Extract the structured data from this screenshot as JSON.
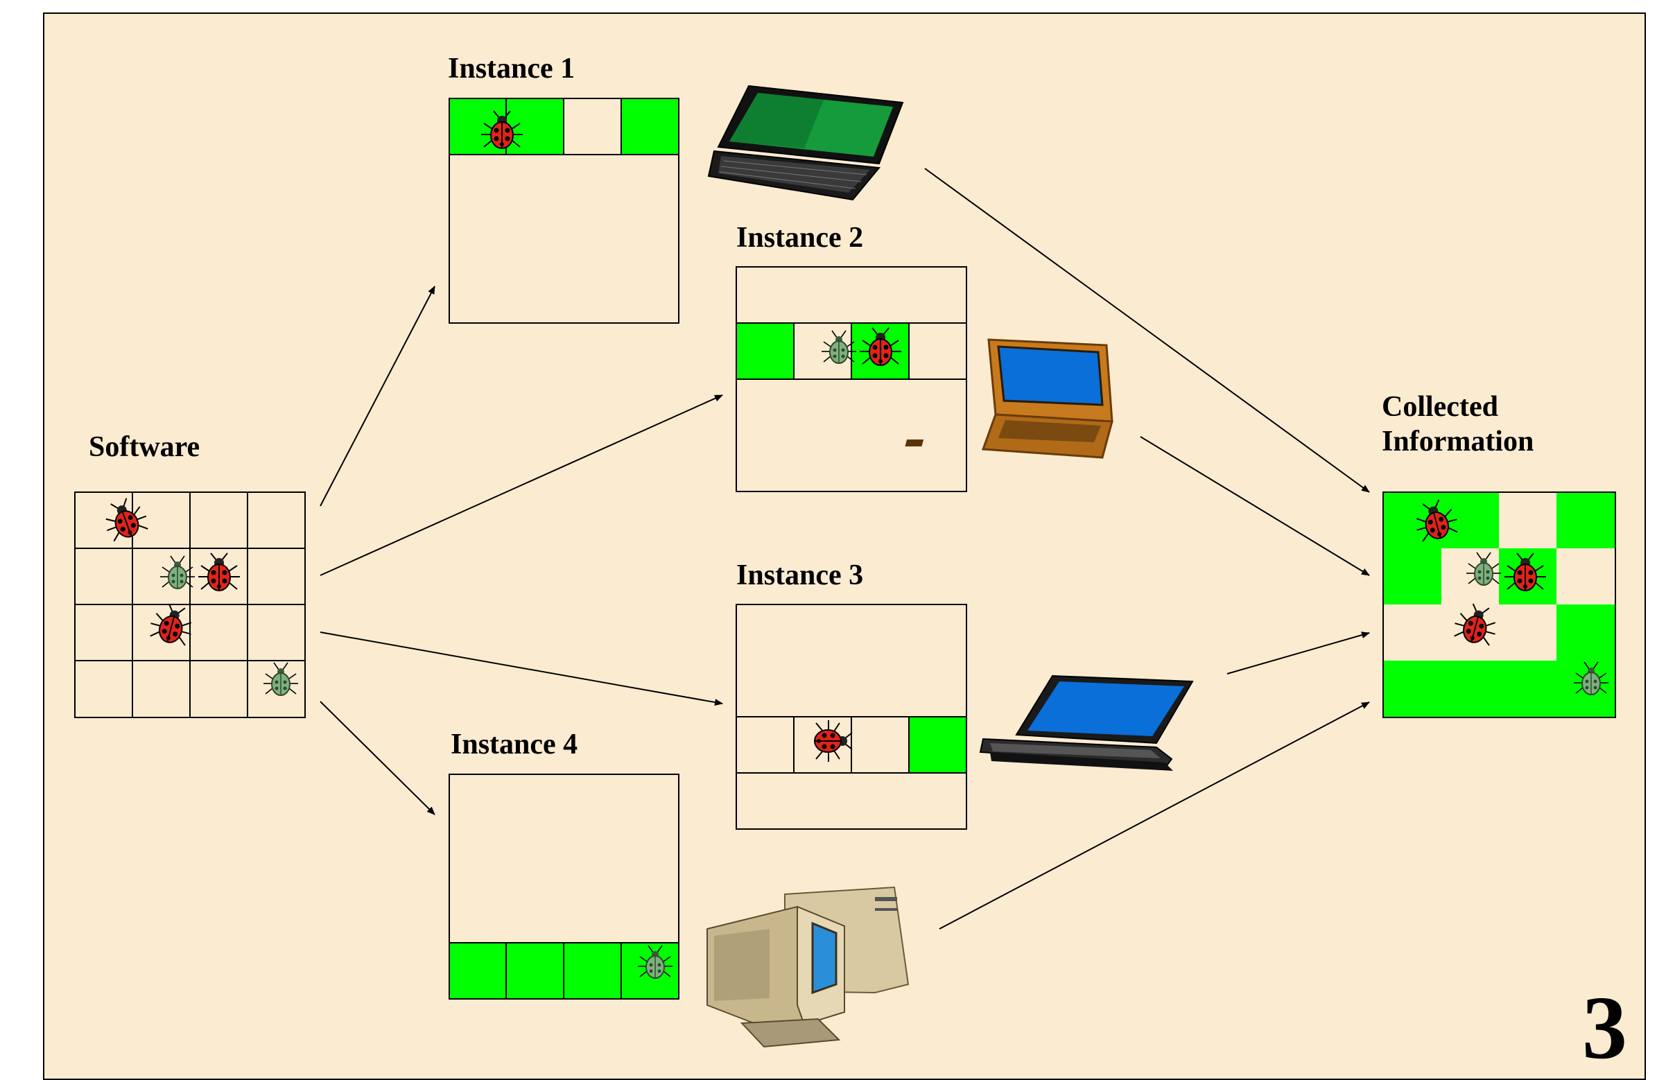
{
  "labels": {
    "software": "Software",
    "instance1": "Instance 1",
    "instance2": "Instance 2",
    "instance3": "Instance 3",
    "instance4": "Instance 4",
    "collected_line1": "Collected",
    "collected_line2": "Information"
  },
  "page_number": "3",
  "colors": {
    "background": "#faebd1",
    "covered": "#00ff00",
    "grid": "#000000",
    "red_bug": "#e0231b",
    "green_bug": "#6aa66a"
  },
  "icons": {
    "instance1_device": "laptop-icon",
    "instance2_device": "laptop-icon",
    "instance3_device": "laptop-icon",
    "instance4_device": "desktop-computer-icon",
    "bug": "ladybug-icon"
  }
}
